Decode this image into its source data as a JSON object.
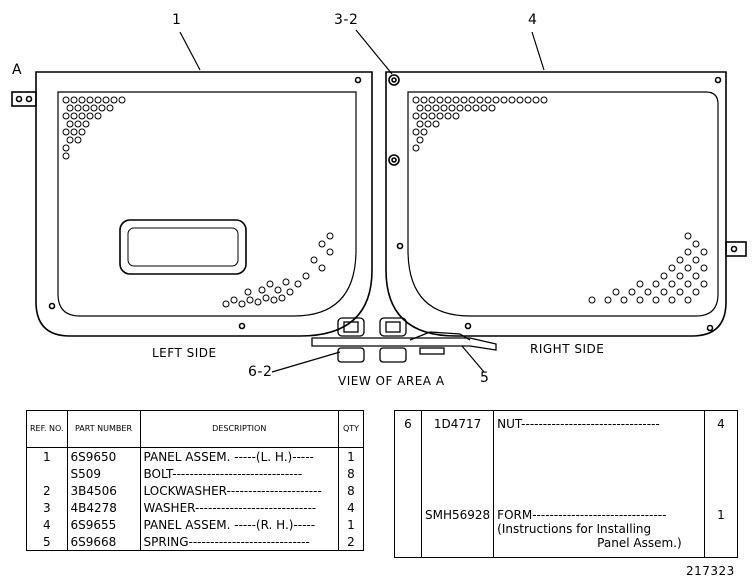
{
  "callouts": {
    "part_1": "1",
    "part_3_2": "3-2",
    "part_4": "4",
    "area_a": "A",
    "part_6_2": "6-2",
    "part_5": "5"
  },
  "captions": {
    "left_side": "LEFT SIDE",
    "right_side": "RIGHT SIDE",
    "view_of_area_a": "VIEW OF AREA A"
  },
  "parts_table": {
    "headers": {
      "ref": "REF. NO.",
      "part": "PART NUMBER",
      "desc": "DESCRIPTION",
      "qty": "QTY"
    },
    "rows": [
      {
        "ref": "1",
        "part": "6S9650",
        "desc": "PANEL ASSEM. -----(L. H.)-----",
        "qty": "1"
      },
      {
        "ref": "",
        "part": "S509",
        "desc": "BOLT------------------------------",
        "qty": "8"
      },
      {
        "ref": "2",
        "part": "3B4506",
        "desc": "LOCKWASHER----------------------",
        "qty": "8"
      },
      {
        "ref": "3",
        "part": "4B4278",
        "desc": "WASHER----------------------------",
        "qty": "4"
      },
      {
        "ref": "4",
        "part": "6S9655",
        "desc": "PANEL ASSEM. -----(R. H.)-----",
        "qty": "1"
      },
      {
        "ref": "5",
        "part": "6S9668",
        "desc": "SPRING----------------------------",
        "qty": "2"
      }
    ]
  },
  "parts_table_2": {
    "rows": [
      {
        "ref": "6",
        "part": "1D4717",
        "desc": "NUT--------------------------------",
        "qty": "4"
      },
      {
        "ref": "",
        "part": "SMH56928",
        "desc": "FORM-------------------------------",
        "desc2": "(Instructions for Installing",
        "desc3": "Panel Assem.)",
        "qty": "1"
      }
    ]
  },
  "drawing_number": "217323"
}
